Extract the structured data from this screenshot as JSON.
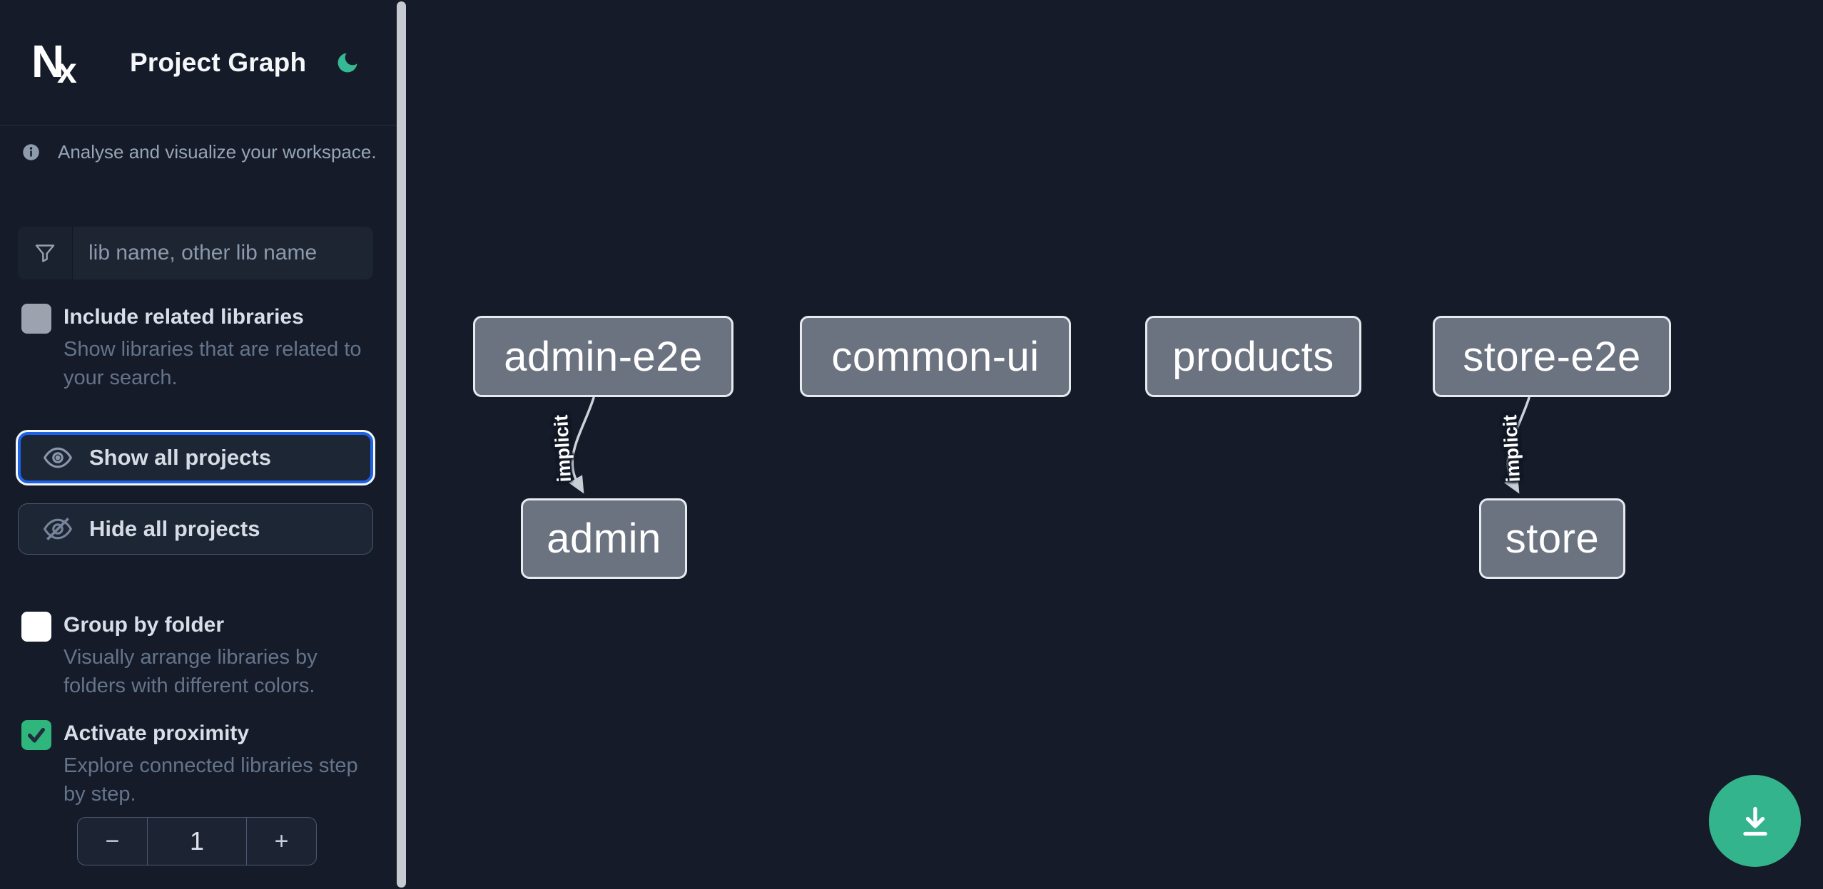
{
  "app": {
    "title": "Project Graph",
    "theme_toggle_icon": "moon-icon"
  },
  "sidebar": {
    "tagline": "Analyse and visualize your workspace.",
    "search": {
      "placeholder": "lib name, other lib name"
    },
    "options": [
      {
        "label": "Include related libraries",
        "description": "Show libraries that are related to your search.",
        "checked": false
      },
      {
        "label": "Group by folder",
        "description": "Visually arrange libraries by folders with different colors.",
        "checked": false
      },
      {
        "label": "Activate proximity",
        "description": "Explore connected libraries step by step.",
        "checked": true
      }
    ],
    "actions": [
      {
        "label": "Show all projects",
        "icon": "eye-icon",
        "focused": true
      },
      {
        "label": "Hide all projects",
        "icon": "eye-off-icon",
        "focused": false
      }
    ],
    "proximity_stepper": {
      "decrement": "−",
      "value": "1",
      "increment": "+"
    }
  },
  "graph": {
    "nodes": [
      {
        "id": "admin-e2e",
        "label": "admin-e2e"
      },
      {
        "id": "common-ui",
        "label": "common-ui"
      },
      {
        "id": "products",
        "label": "products"
      },
      {
        "id": "store-e2e",
        "label": "store-e2e"
      },
      {
        "id": "admin",
        "label": "admin"
      },
      {
        "id": "store",
        "label": "store"
      }
    ],
    "edges": [
      {
        "source": "admin-e2e",
        "target": "admin",
        "label": "implicit"
      },
      {
        "source": "store-e2e",
        "target": "store",
        "label": "implicit"
      }
    ]
  },
  "fab": {
    "icon": "download-icon"
  },
  "colors": {
    "background": "#151b28",
    "accent_green": "#34b48c",
    "focus_blue": "#1d63e8",
    "node_fill": "#6b7280",
    "checkbox_green": "#2eb67d"
  }
}
